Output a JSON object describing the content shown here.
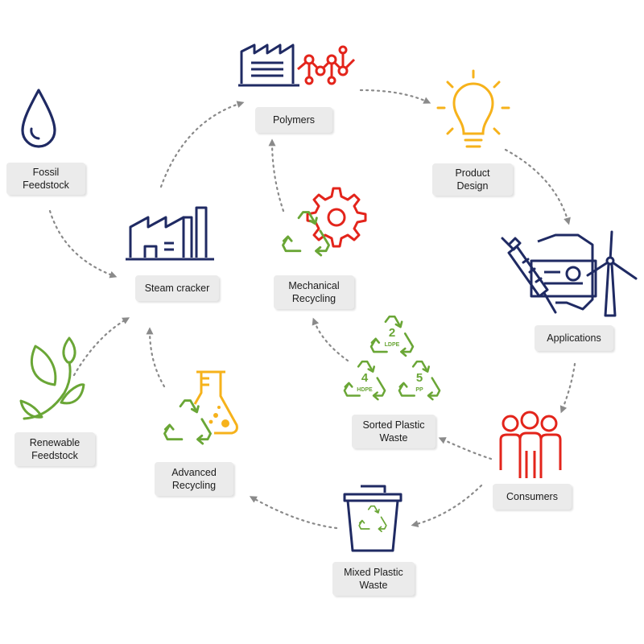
{
  "colors": {
    "navy": "#1f2a63",
    "red": "#e3241b",
    "green": "#6aa636",
    "yellow": "#f6b21b",
    "arrow": "#8a8a8a",
    "label_bg": "#ebebeb"
  },
  "nodes": {
    "fossil": {
      "line1": "Fossil",
      "line2": "Feedstock"
    },
    "steam": {
      "line1": "Steam cracker"
    },
    "polymers": {
      "line1": "Polymers"
    },
    "product": {
      "line1": "Product",
      "line2": "Design"
    },
    "applications": {
      "line1": "Applications"
    },
    "consumers": {
      "line1": "Consumers"
    },
    "mixed": {
      "line1": "Mixed Plastic",
      "line2": "Waste"
    },
    "sorted": {
      "line1": "Sorted Plastic",
      "line2": "Waste"
    },
    "advanced": {
      "line1": "Advanced",
      "line2": "Recycling"
    },
    "mechanical": {
      "line1": "Mechanical",
      "line2": "Recycling"
    },
    "renewable": {
      "line1": "Renewable",
      "line2": "Feedstock"
    }
  },
  "resin_codes": {
    "ldpe": {
      "number": "2",
      "label": "LDPE"
    },
    "hdpe": {
      "number": "4",
      "label": "HDPE"
    },
    "pp": {
      "number": "5",
      "label": "PP"
    }
  }
}
